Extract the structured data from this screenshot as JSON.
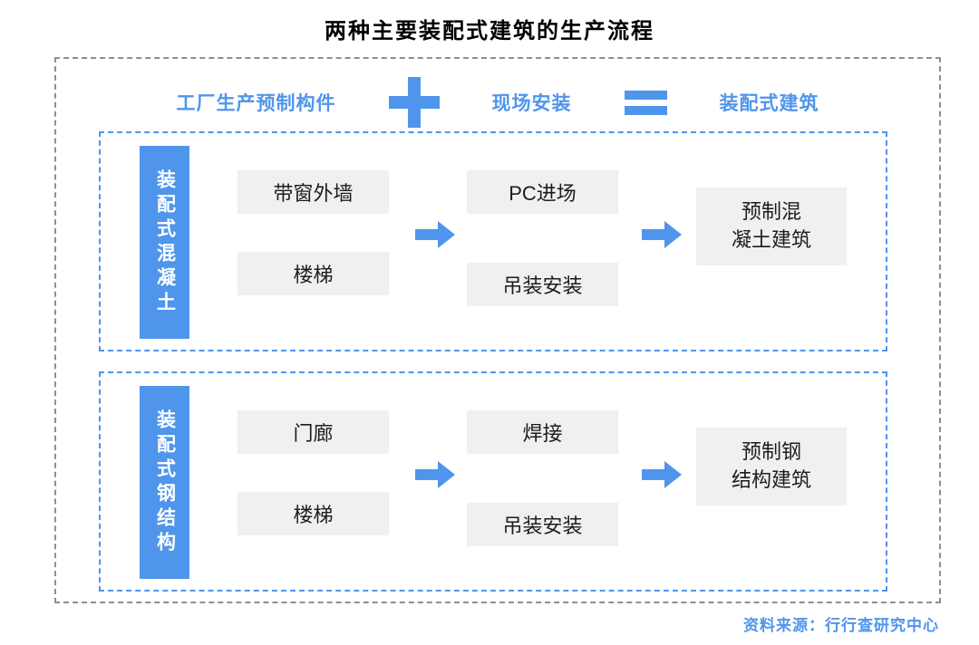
{
  "title": "两种主要装配式建筑的生产流程",
  "colors": {
    "accent_blue": "#4f95ec",
    "box_background": "#f0f0f0",
    "outer_border_gray": "#8f8f8f",
    "text_dark": "#1d1d1d"
  },
  "icons": {
    "plus": "+",
    "equals": "=",
    "flow_arrow": "→"
  },
  "header": {
    "factory_label": "工厂生产预制构件",
    "site_label": "现场安装",
    "result_label": "装配式建筑"
  },
  "sections": [
    {
      "category": "装配式混凝土",
      "factory_items": [
        "带窗外墙",
        "楼梯"
      ],
      "site_items": [
        "PC进场",
        "吊装安装"
      ],
      "result_lines": [
        "预制混",
        "凝土建筑"
      ]
    },
    {
      "category": "装配式钢结构",
      "factory_items": [
        "门廊",
        "楼梯"
      ],
      "site_items": [
        "焊接",
        "吊装安装"
      ],
      "result_lines": [
        "预制钢",
        "结构建筑"
      ]
    }
  ],
  "source": "资料来源：行行查研究中心"
}
